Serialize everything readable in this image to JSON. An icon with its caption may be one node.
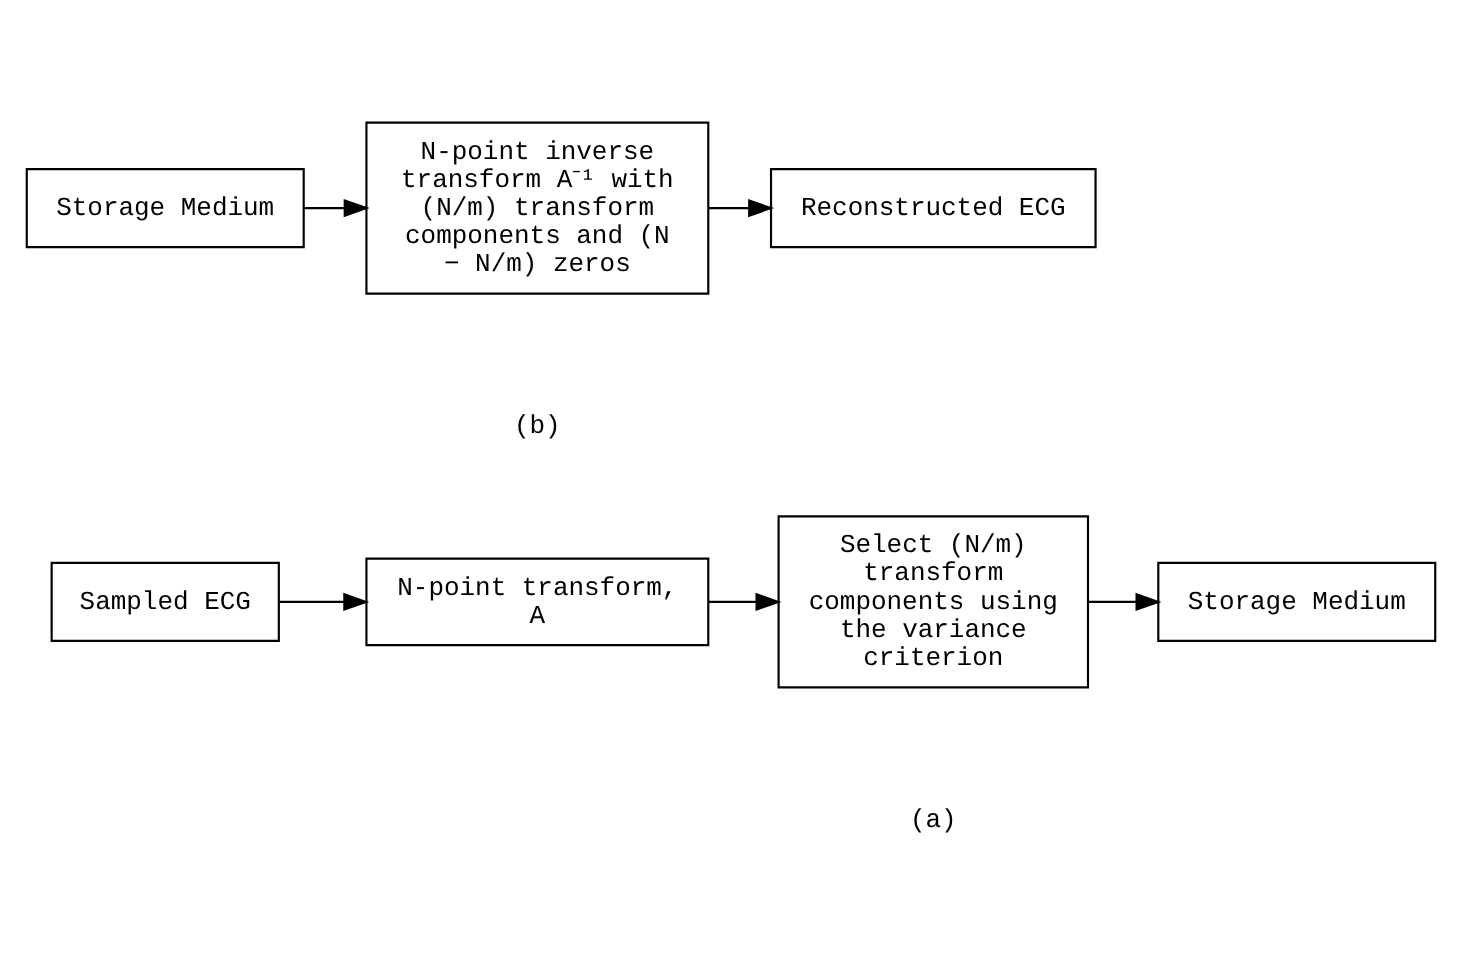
{
  "diagram": {
    "nodes": [
      {
        "text": [
          "Sampled ECG"
        ]
      },
      {
        "text": [
          "N-point transform, A"
        ]
      },
      {
        "text": [
          "Select (N/m) transform components using the variance criterion"
        ]
      },
      {
        "text": [
          "Storage Medium"
        ]
      },
      {
        "text": [
          "Storage Medium"
        ]
      },
      {
        "text": [
          "N-point inverse transform A⁻¹ with (N/m) transform components and (N − N/m) zeros"
        ]
      },
      {
        "text": [
          "Reconstructed ECG"
        ]
      }
    ],
    "edges": [
      {
        "from": 0,
        "to": 1,
        "arrow": "to"
      },
      {
        "from": 1,
        "to": 2,
        "arrow": "to"
      },
      {
        "from": 2,
        "to": 3,
        "arrow": "to"
      },
      {
        "from": 4,
        "to": 5,
        "arrow": "to"
      },
      {
        "from": 5,
        "to": 6,
        "arrow": "to"
      }
    ],
    "labels": [
      "(a)",
      "(b)"
    ]
  }
}
